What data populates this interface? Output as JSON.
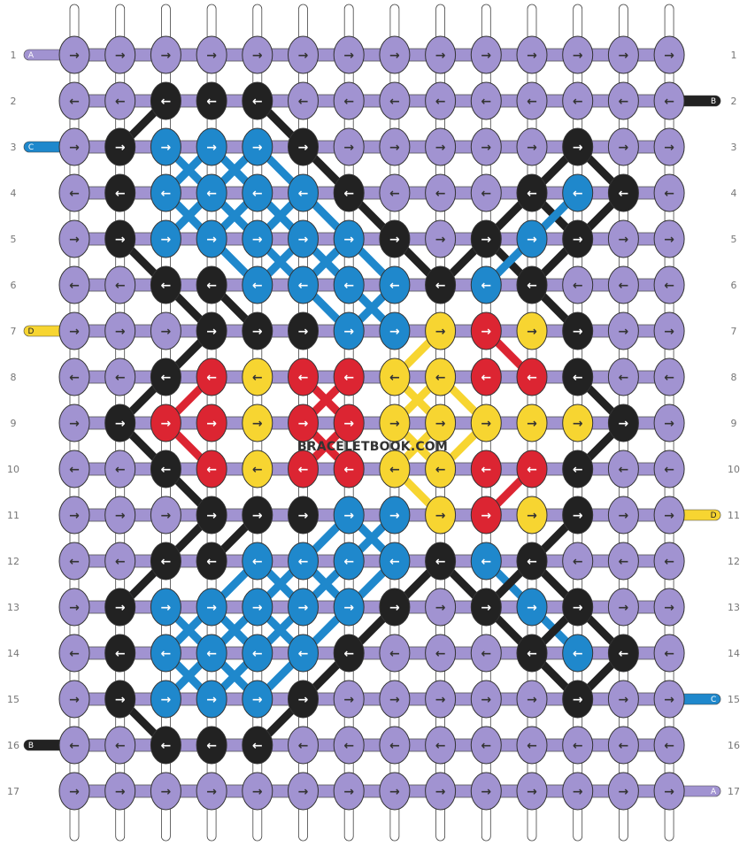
{
  "watermark": "BRACELETBOOK.COM",
  "colors": {
    "A": "#a193d1",
    "B": "#222222",
    "C": "#1f88cc",
    "D": "#f7d531",
    "E": "#dc2532"
  },
  "left_strands": [
    {
      "row": 1,
      "letter": "A",
      "color": "A"
    },
    {
      "row": 3,
      "letter": "C",
      "color": "C"
    },
    {
      "row": 7,
      "letter": "D",
      "color": "D"
    },
    {
      "row": 16,
      "letter": "B",
      "color": "B"
    }
  ],
  "right_strands": [
    {
      "row": 2,
      "letter": "B",
      "color": "B"
    },
    {
      "row": 11,
      "letter": "D",
      "color": "D"
    },
    {
      "row": 15,
      "letter": "C",
      "color": "C"
    },
    {
      "row": 17,
      "letter": "A",
      "color": "A"
    }
  ],
  "row_labels": [
    "1",
    "2",
    "3",
    "4",
    "5",
    "6",
    "7",
    "8",
    "9",
    "10",
    "11",
    "12",
    "13",
    "14",
    "15",
    "16",
    "17"
  ],
  "rows": [
    "AAAAAAAAAAAAAA",
    "AABBBAAAAAAAAA",
    "ABCCCBAAAAABAA",
    "ABCCCCBAAABCBA",
    "ABCCCCCBABCBAA",
    "AABBCCCCBCBAAA",
    "AAABBBCCDEDBAA",
    "AABEDEEDDEEBAA",
    "ABEEDEEDDDDDBA",
    "AABEDEEDDEEBAA",
    "AAABBBCCDEDBAA",
    "AABBCCCCBCBAAA",
    "ABCCCCCBABCBAA",
    "ABCCCCBAAABCBA",
    "ABCCCBAAAAABAA",
    "AABBBAAAAAAAAA",
    "AAAAAAAAAAAAAA"
  ],
  "directions": [
    "RRRRRRRRRRRRRR",
    "LLLLLLLLLLLLLL",
    "RRRRRRRRRRRRRR",
    "LLLLLLLLLLLLLL",
    "RRRRRRRRRRRRRR",
    "LLLLLLLLLLLLLL",
    "RRRRRRRRRRRRRR",
    "LLLLLLLLLLLLLL",
    "RRRRRRRRRRRRRR",
    "LLLLLLLLLLLLLL",
    "RRRRRRRRRRRRRR",
    "LLLLLLLLLLLLLL",
    "RRRRRRRRRRRRRR",
    "LLLLLLLLLLLLLL",
    "RRRRRRRRRRRRRR",
    "LLLLLLLLLLLLLL",
    "RRRRRRRRRRRRRR"
  ],
  "arrow_glyphs": {
    "R": "→",
    "L": "←"
  }
}
